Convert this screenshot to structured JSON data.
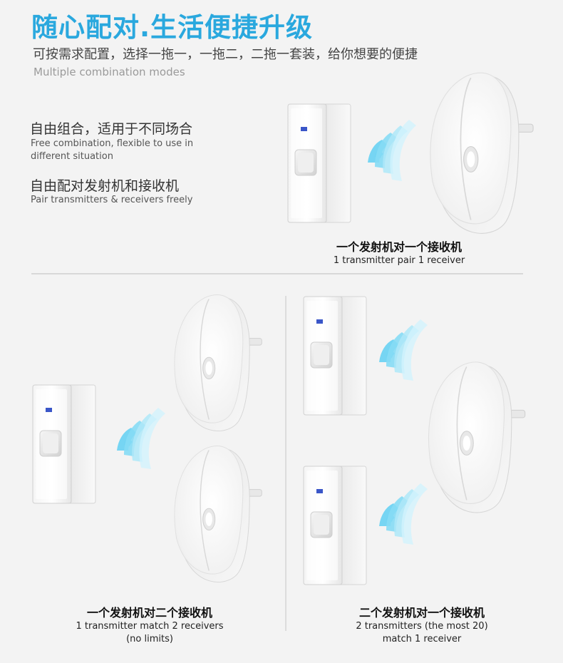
{
  "header": {
    "title": "随心配对.生活便捷升级",
    "subtitle": "可按需求配置，选择一拖一，一拖二，二拖一套装，给你想要的便捷",
    "subtitle_en": "Multiple combination modes"
  },
  "features": [
    {
      "cn": "自由组合，适用于不同场合",
      "en_line1": "Free combination, flexible to use in",
      "en_line2": "different situation"
    },
    {
      "cn": "自由配对发射机和接收机",
      "en_line1": "Pair transmitters & receivers freely",
      "en_line2": ""
    }
  ],
  "modes": [
    {
      "cn": "一个发射机对一个接收机",
      "en_line1": "1 transmitter pair 1 receiver",
      "en_line2": ""
    },
    {
      "cn": "一个发射机对二个接收机",
      "en_line1": "1 transmitter match 2 receivers",
      "en_line2": "(no limits)"
    },
    {
      "cn": "二个发射机对一个接收机",
      "en_line1": "2 transmitters (the most 20)",
      "en_line2": "match 1 receiver"
    }
  ],
  "colors": {
    "accent": "#2aa8de",
    "signal": "#6fd3f2",
    "signal_light": "#cdeffb",
    "device_white": "#ffffff",
    "device_shadow": "#dcdcdc"
  }
}
